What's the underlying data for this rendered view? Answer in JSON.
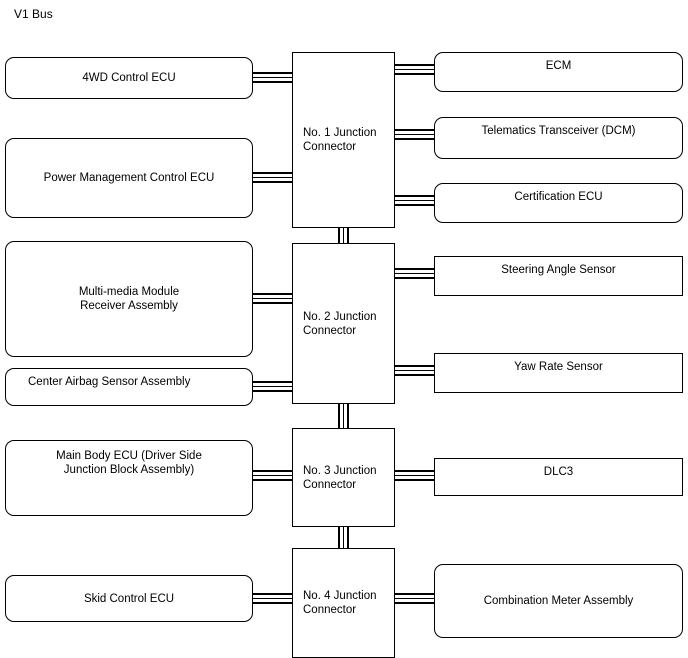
{
  "diagram": {
    "title": "V1 Bus",
    "type": "network-bus-block-diagram"
  },
  "junctions": [
    {
      "id": "j1",
      "label": "No. 1 Junction\nConnector"
    },
    {
      "id": "j2",
      "label": "No. 2 Junction\nConnector"
    },
    {
      "id": "j3",
      "label": "No. 3 Junction\nConnector"
    },
    {
      "id": "j4",
      "label": "No. 4 Junction\nConnector"
    }
  ],
  "left_nodes": [
    {
      "id": "l1",
      "label": "4WD Control ECU"
    },
    {
      "id": "l2",
      "label": "Power Management Control ECU"
    },
    {
      "id": "l3",
      "label": "Multi-media Module\nReceiver Assembly"
    },
    {
      "id": "l4",
      "label": "Center Airbag Sensor Assembly"
    },
    {
      "id": "l5",
      "label": "Main Body ECU (Driver Side\nJunction Block Assembly)"
    },
    {
      "id": "l6",
      "label": "Skid Control ECU"
    }
  ],
  "right_nodes": [
    {
      "id": "r1",
      "label": "ECM"
    },
    {
      "id": "r2",
      "label": "Telematics Transceiver (DCM)"
    },
    {
      "id": "r3",
      "label": "Certification ECU"
    },
    {
      "id": "r4",
      "label": "Steering Angle Sensor"
    },
    {
      "id": "r5",
      "label": "Yaw Rate Sensor"
    },
    {
      "id": "r6",
      "label": "DLC3"
    },
    {
      "id": "r7",
      "label": "Combination Meter Assembly"
    }
  ],
  "colors": {
    "line": "#000000",
    "background": "#ffffff",
    "text": "#000000"
  }
}
